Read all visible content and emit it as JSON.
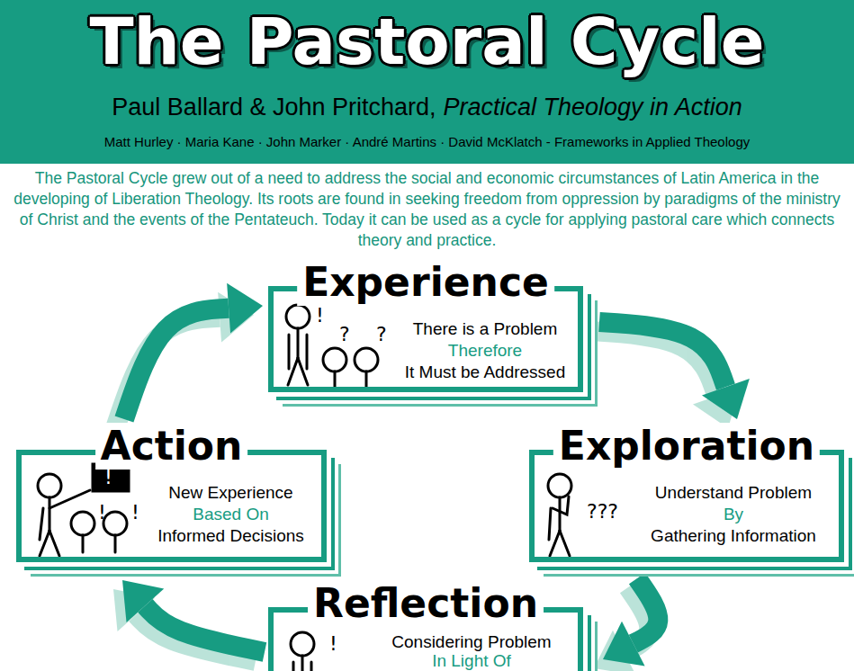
{
  "diagram": {
    "title": "The Pastoral Cycle",
    "nodes": [
      {
        "text": [
          "Experience",
          "There is a Problem",
          "Therefore",
          "It Must be Addressed"
        ]
      },
      {
        "text": [
          "Action",
          "New Experience",
          "Based On",
          "Informed Decisions"
        ]
      },
      {
        "text": [
          "Exploration",
          "Understand Problem",
          "By",
          "Gathering Information"
        ]
      },
      {
        "text": [
          "Reflection",
          "Considering Problem",
          "In Light Of"
        ]
      }
    ],
    "edges": [
      {
        "from": 0,
        "to": 2,
        "arrow": "to"
      },
      {
        "from": 2,
        "to": 3,
        "arrow": "to"
      },
      {
        "from": 3,
        "to": 1,
        "arrow": "to"
      },
      {
        "from": 1,
        "to": 0,
        "arrow": "to"
      }
    ],
    "labels": [
      "Paul Ballard & John Pritchard,",
      "Practical Theology in Action",
      "Matt Hurley · Maria Kane · John Marker · André Martins · David McKlatch - Frameworks in Applied Theology",
      "The Pastoral Cycle grew out of a need to address the social and economic circumstances of Latin America in the developing of Liberation Theology. Its roots are found in seeking freedom from oppression by paradigms of the ministry of Christ and the events of the Pentateuch. Today it can be used as a cycle for applying pastoral care which connects theory and practice.",
      "!",
      "?",
      "?",
      "???",
      "!",
      "!",
      "!",
      "!"
    ]
  }
}
